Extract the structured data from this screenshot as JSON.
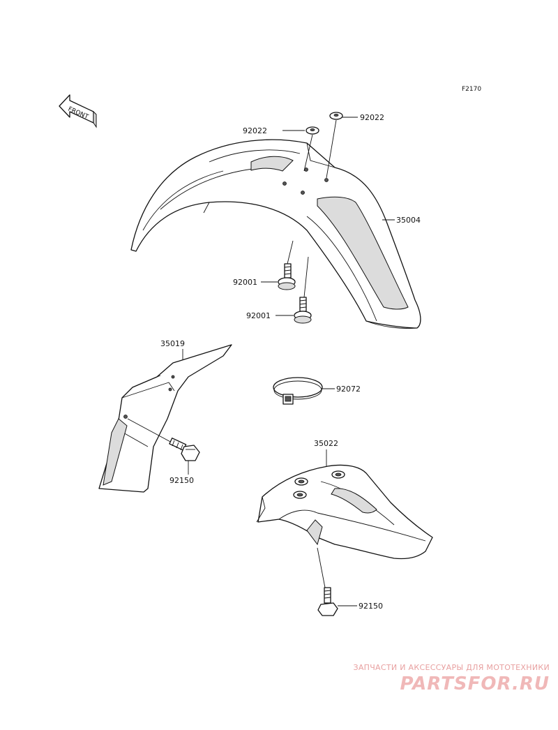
{
  "diagram": {
    "code": "F2170",
    "front_marker": "FRONT"
  },
  "parts": {
    "fender_front": "35004",
    "washer_left": "92022",
    "washer_right": "92022",
    "bolt_upper": "92001",
    "bolt_lower": "92001",
    "bracket": "35019",
    "band": "92072",
    "bolt_bracket": "92150",
    "fender_rear": "35022",
    "bolt_rear": "92150"
  },
  "watermark": {
    "caption": "ЗАПЧАСТИ И АКСЕССУАРЫ ДЛЯ МОТОТЕХНИКИ",
    "brand": "PARTSFOR.RU"
  }
}
